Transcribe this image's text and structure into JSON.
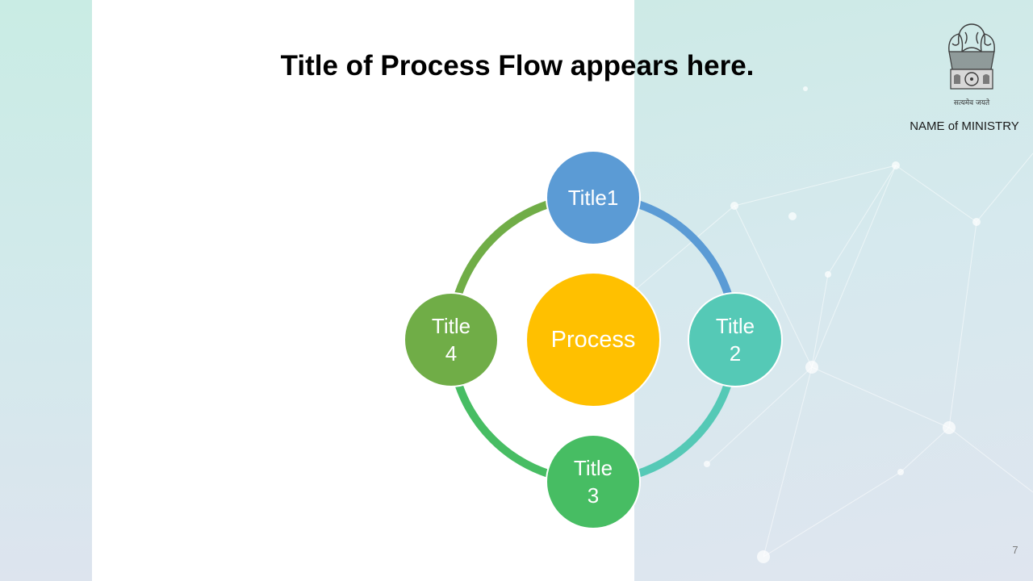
{
  "slide": {
    "title": "Title of Process Flow appears here.",
    "ministry_name": "NAME of MINISTRY",
    "emblem_motto": "सत्यमेव जयते",
    "page_number": "7"
  },
  "diagram": {
    "center_label": "Process",
    "nodes": [
      {
        "label_line1": "Title1",
        "label_line2": "",
        "color": "#5b9bd5"
      },
      {
        "label_line1": "Title",
        "label_line2": "2",
        "color": "#55c9b6"
      },
      {
        "label_line1": "Title",
        "label_line2": "3",
        "color": "#47bd63"
      },
      {
        "label_line1": "Title",
        "label_line2": "4",
        "color": "#70ad47"
      }
    ],
    "center_color": "#ffc000"
  },
  "icons": {
    "emblem": "national-emblem-icon"
  },
  "colors": {
    "background_left": "#c9ece4",
    "background_right": "#d6e9ee",
    "title_text": "#000000"
  }
}
